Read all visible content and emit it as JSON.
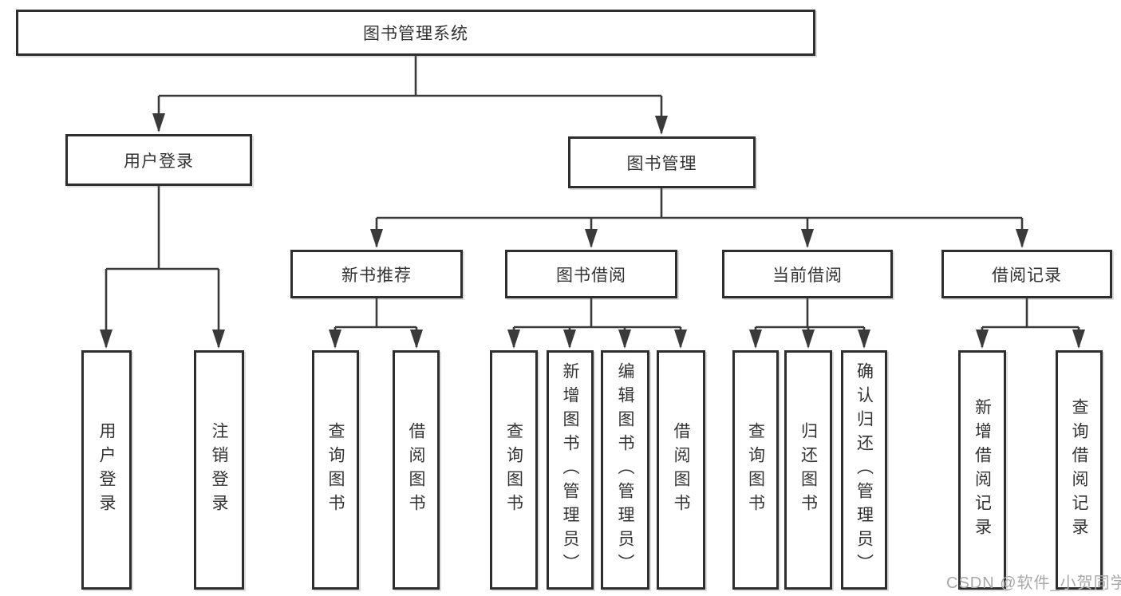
{
  "watermark": "CSDN @软件_小贺同学",
  "colors": {
    "line": "#3a3a3a",
    "box_border": "#2e2e2e",
    "text": "#333333",
    "watermark_text": "#a8a8a8"
  },
  "tree": {
    "root": {
      "label": "图书管理系统"
    },
    "branches": [
      {
        "label": "用户登录",
        "children": [
          {
            "label": "用户登录"
          },
          {
            "label": "注销登录"
          }
        ]
      },
      {
        "label": "图书管理",
        "children": [
          {
            "label": "新书推荐",
            "children": [
              {
                "label": "查询图书"
              },
              {
                "label": "借阅图书"
              }
            ]
          },
          {
            "label": "图书借阅",
            "children": [
              {
                "label": "查询图书"
              },
              {
                "label": "新增图书（管理员）"
              },
              {
                "label": "编辑图书（管理员）"
              },
              {
                "label": "借阅图书"
              }
            ]
          },
          {
            "label": "当前借阅",
            "children": [
              {
                "label": "查询图书"
              },
              {
                "label": "归还图书"
              },
              {
                "label": "确认归还（管理员）"
              }
            ]
          },
          {
            "label": "借阅记录",
            "children": [
              {
                "label": "新增借阅记录"
              },
              {
                "label": "查询借阅记录"
              }
            ]
          }
        ]
      }
    ]
  }
}
